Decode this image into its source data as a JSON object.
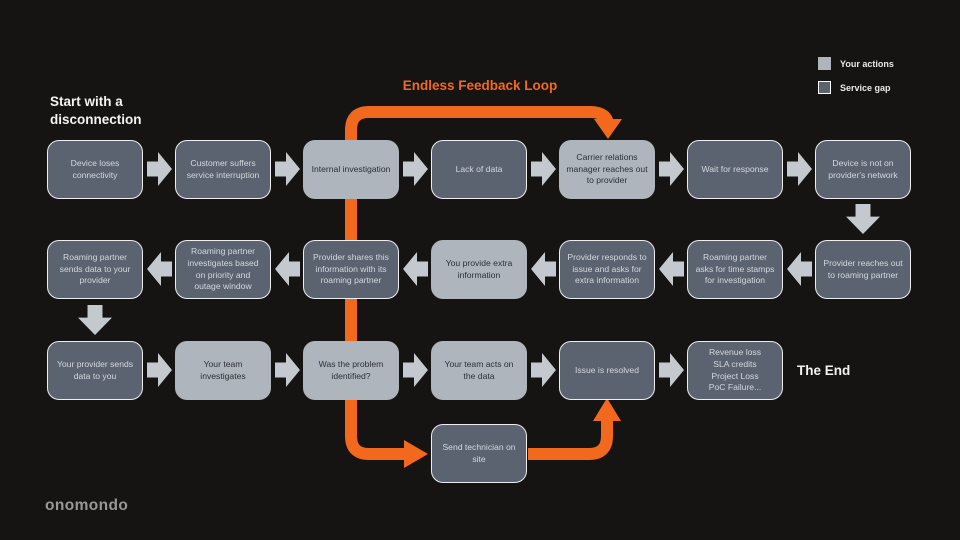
{
  "colors": {
    "background": "#151413",
    "accent_orange": "#F2691E",
    "your_action_fill": "#AFB5BC",
    "service_gap_fill": "#5C6370",
    "service_gap_border": "#FFFFFF",
    "arrow_gray": "#C4C9CF"
  },
  "header": {
    "start_line1": "Start with a",
    "start_line2": "disconnection",
    "loop_title": "Endless Feedback Loop"
  },
  "legend": {
    "your_actions": "Your actions",
    "service_gap": "Service gap"
  },
  "flow": {
    "row1": [
      {
        "label": "Device loses connectivity",
        "type": "service_gap"
      },
      {
        "label": "Customer suffers service interruption",
        "type": "service_gap"
      },
      {
        "label": "Internal investigation",
        "type": "your_action"
      },
      {
        "label": "Lack of data",
        "type": "service_gap"
      },
      {
        "label": "Carrier relations manager reaches out to provider",
        "type": "your_action"
      },
      {
        "label": "Wait for response",
        "type": "service_gap"
      },
      {
        "label": "Device is not on provider's network",
        "type": "service_gap"
      }
    ],
    "row2": [
      {
        "label": "Roaming partner sends data to your provider",
        "type": "service_gap"
      },
      {
        "label": "Roaming partner investigates based on priority and outage window",
        "type": "service_gap"
      },
      {
        "label": "Provider shares this information with its roaming partner",
        "type": "service_gap"
      },
      {
        "label": "You provide extra information",
        "type": "your_action"
      },
      {
        "label": "Provider responds to issue and asks for extra information",
        "type": "service_gap"
      },
      {
        "label": "Roaming partner asks for time stamps for investigation",
        "type": "service_gap"
      },
      {
        "label": "Provider reaches out to roaming partner",
        "type": "service_gap"
      }
    ],
    "row3": [
      {
        "label": "Your provider sends data to you",
        "type": "service_gap"
      },
      {
        "label": "Your team investigates",
        "type": "your_action"
      },
      {
        "label": "Was the problem identified?",
        "type": "your_action"
      },
      {
        "label": "Your team acts on the data",
        "type": "your_action"
      },
      {
        "label": "Issue is resolved",
        "type": "service_gap"
      },
      {
        "label": "Revenue loss\nSLA credits\nProject Loss\nPoC Failure...",
        "type": "service_gap"
      }
    ],
    "branch": {
      "label": "Send technician on site",
      "type": "service_gap"
    }
  },
  "footer": {
    "the_end": "The End",
    "logo": "onomondo"
  }
}
